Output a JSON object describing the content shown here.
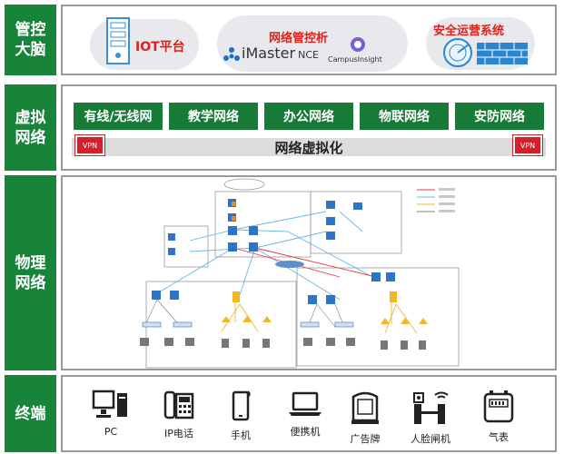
{
  "layers": {
    "management": "管控大脑",
    "virtual": "虚拟网络",
    "physical": "物理网络",
    "terminal": "终端"
  },
  "management": {
    "iot_label": "IOT平台",
    "nms_title": "网络管控析",
    "imaster_brand": "iMaster",
    "imaster_suffix": "NCE",
    "campus_label": "CampusInsight",
    "security_label": "安全运营系统"
  },
  "virtual": {
    "networks": [
      "有线/无线网",
      "教学网络",
      "办公网络",
      "物联网络",
      "安防网络"
    ],
    "vpn_left": "VPN",
    "vpn_right": "VPN",
    "virtualization_label": "网络虚拟化"
  },
  "terminals": [
    {
      "label": "PC",
      "icon": "pc-icon"
    },
    {
      "label": "IP电话",
      "icon": "ip-phone-icon"
    },
    {
      "label": "手机",
      "icon": "mobile-phone-icon"
    },
    {
      "label": "便携机",
      "icon": "laptop-icon"
    },
    {
      "label": "广告牌",
      "icon": "billboard-icon"
    },
    {
      "label": "人脸闸机",
      "icon": "face-gate-icon"
    },
    {
      "label": "气表",
      "icon": "gas-meter-icon"
    }
  ],
  "colors": {
    "layer_green": "#18843a",
    "button_green": "#177a36",
    "accent_red": "#e0201b",
    "vpn_red": "#d3202a"
  }
}
